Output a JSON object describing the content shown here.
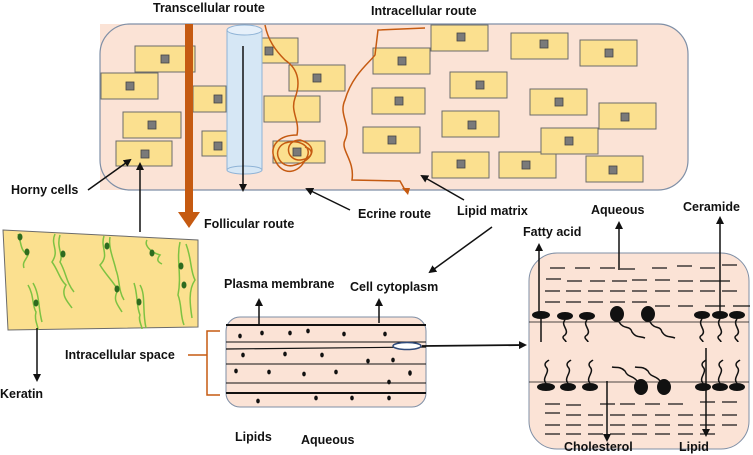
{
  "title": "Skin penetration routes and stratum corneum structure",
  "colors": {
    "tissue_fill": "#fbe3d6",
    "tissue_border": "#7f8fa6",
    "cell_fill": "#fbe08f",
    "nucleus": "#7a7a7a",
    "route": "#c55a11",
    "follicle": "#d6e7f5",
    "keratin_fill": "#fbe08f",
    "keratin_fiber": "#7dc242",
    "ink": "#111111"
  },
  "labels": {
    "transcellular": "Transcellular route",
    "intracellular": "Intracellular route",
    "horny_cells": "Horny cells",
    "follicular": "Follicular route",
    "ecrine": "Ecrine route",
    "lipid_matrix": "Lipid matrix",
    "keratin": "Keratin",
    "intracellular_space": "Intracellular space",
    "plasma_membrane": "Plasma membrane",
    "cell_cytoplasm": "Cell cytoplasm",
    "lipids": "Lipids",
    "aqueous_bottom": "Aqueous",
    "aqueous_right": "Aqueous",
    "ceramide": "Ceramide",
    "fatty_acid": "Fatty acid",
    "cholesterol": "Cholesterol",
    "lipid": "Lipid"
  }
}
